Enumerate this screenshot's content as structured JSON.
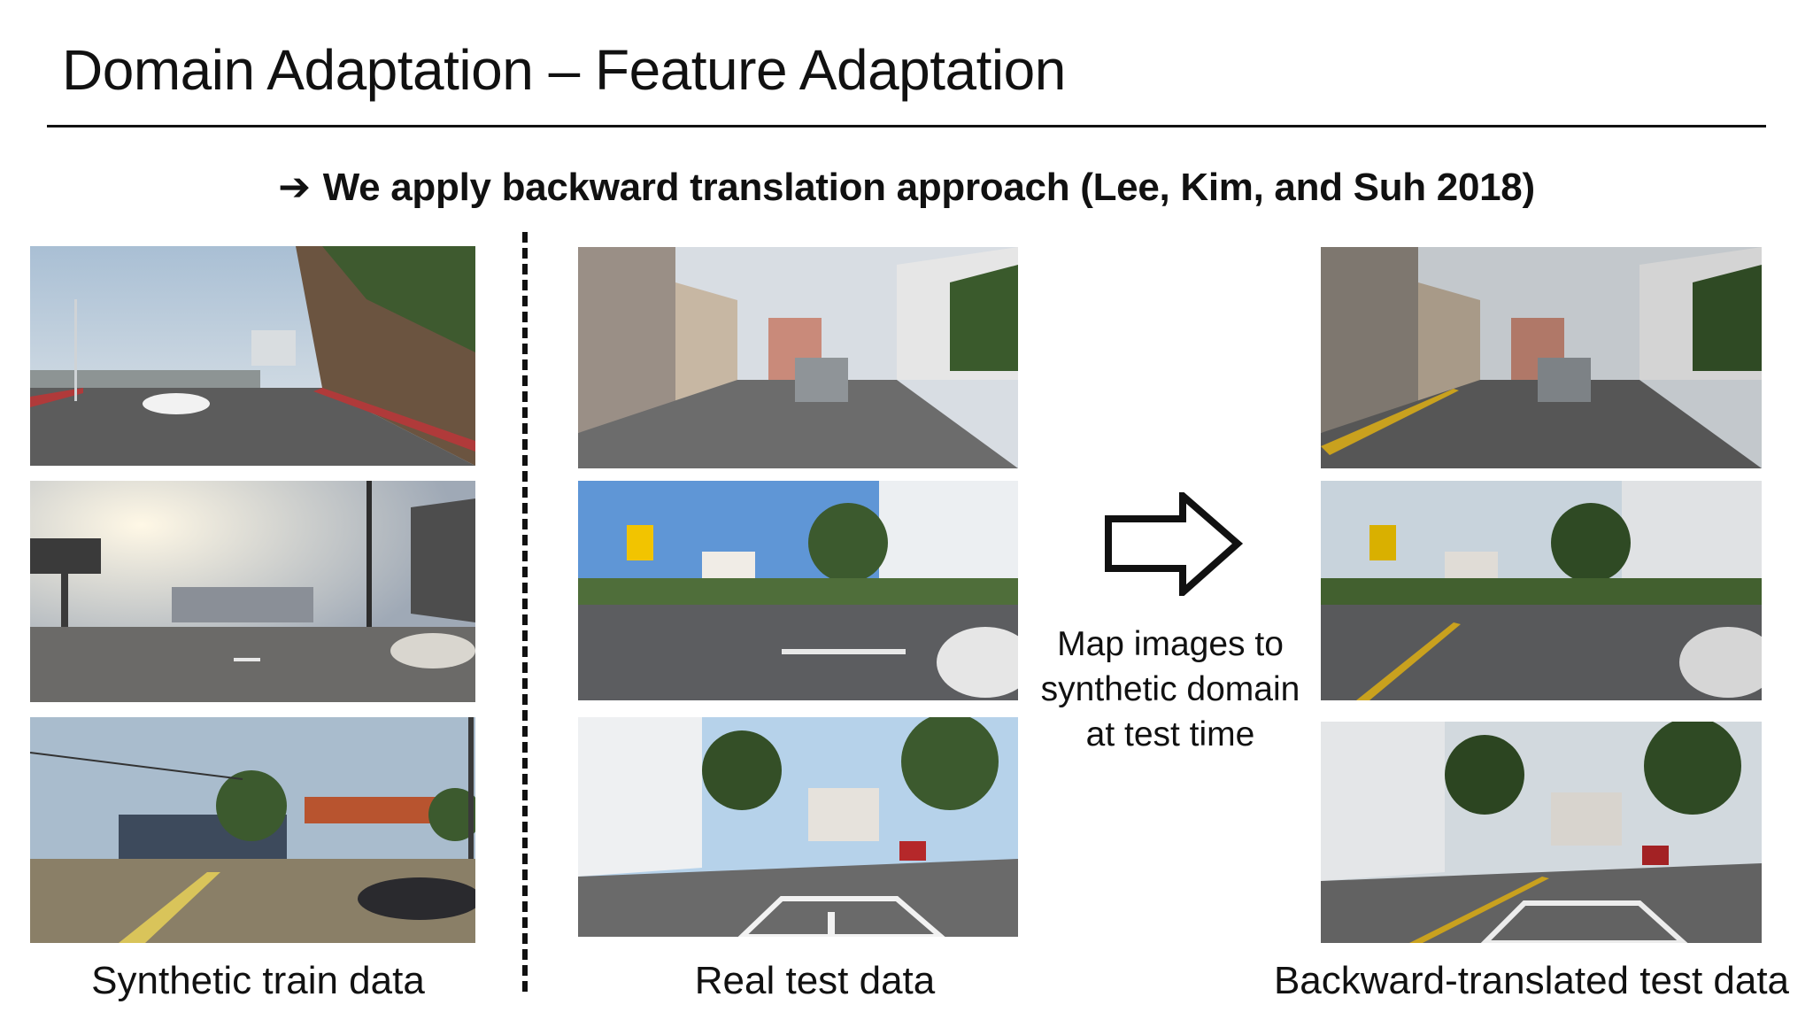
{
  "slide": {
    "title": "Domain Adaptation – Feature Adaptation",
    "subtitle_arrow": "➔",
    "subtitle": "We apply backward translation approach (Lee, Kim, and Suh 2018)",
    "middle_text": [
      "Map images to",
      "synthetic domain",
      "at test time"
    ]
  },
  "columns": {
    "synthetic": {
      "caption": "Synthetic train data"
    },
    "real": {
      "caption": "Real test data"
    },
    "translated": {
      "caption": "Backward-translated test data"
    }
  },
  "icons": {
    "arrow": "right-arrow-outline-icon"
  },
  "colors": {
    "text": "#111111",
    "background": "#ffffff",
    "sky_synthetic": "#c9d4dd",
    "sky_real": "#5f96d6",
    "road": "#5e5e5e",
    "curb_red": "#b73b3b",
    "foliage": "#3c5a2e"
  }
}
